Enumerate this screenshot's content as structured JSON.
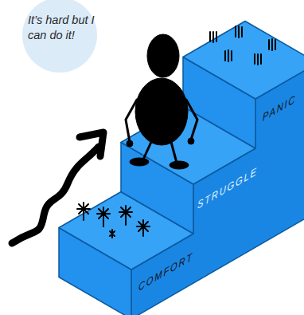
{
  "diagram": {
    "nodes": [
      {
        "text": [
          "It’s hard but I can do it!"
        ]
      }
    ],
    "labels": [
      "COMFORT",
      "STRUGGLE",
      "PANIC"
    ]
  }
}
